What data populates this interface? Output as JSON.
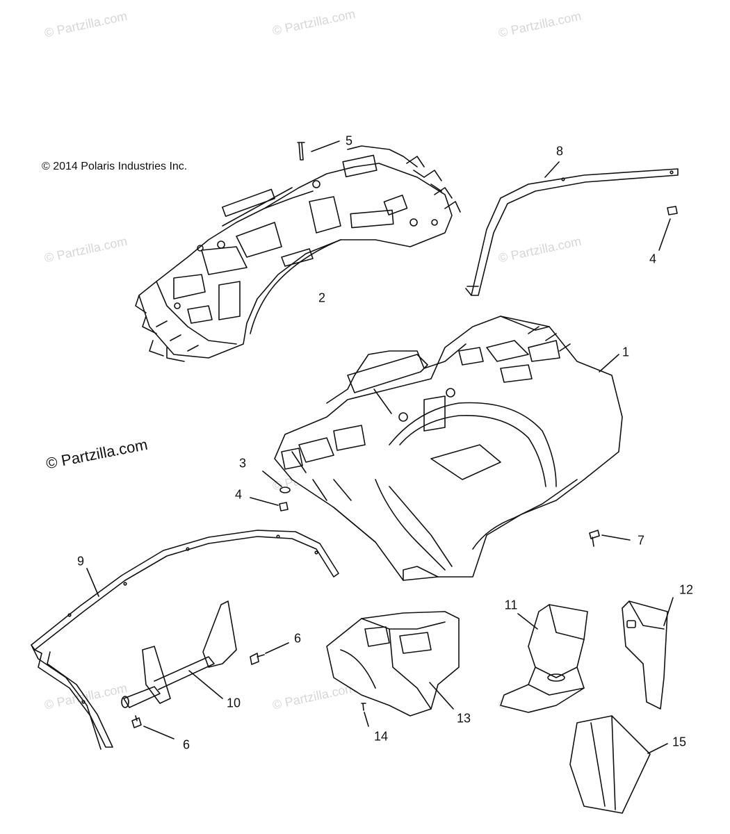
{
  "copyright": "© 2014 Polaris Industries Inc.",
  "brand": "© Partzilla.com",
  "watermark": "© Partzilla.com",
  "callouts": {
    "p1": "1",
    "p2": "2",
    "p3": "3",
    "p4a": "4",
    "p4b": "4",
    "p5": "5",
    "p6a": "6",
    "p6b": "6",
    "p7": "7",
    "p8": "8",
    "p9": "9",
    "p10": "10",
    "p11": "11",
    "p12": "12",
    "p13": "13",
    "p14": "14",
    "p15": "15"
  }
}
